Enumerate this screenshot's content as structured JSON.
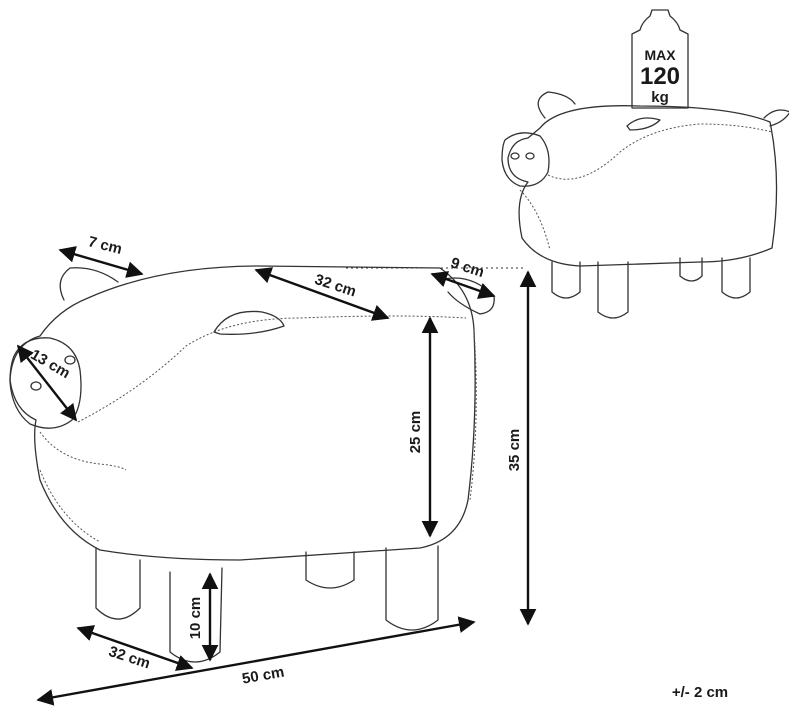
{
  "weight_badge": {
    "line1": "MAX",
    "line2": "120",
    "line3": "kg"
  },
  "dimensions": {
    "ear": "7 cm",
    "top": "32 cm",
    "tail": "9 cm",
    "snout": "13 cm",
    "body_height": "25 cm",
    "total_height": "35 cm",
    "leg_height": "10 cm",
    "depth": "32 cm",
    "length": "50 cm"
  },
  "tolerance": "+/- 2 cm",
  "colors": {
    "line": "#333333",
    "arrow": "#111111",
    "background": "#ffffff"
  }
}
